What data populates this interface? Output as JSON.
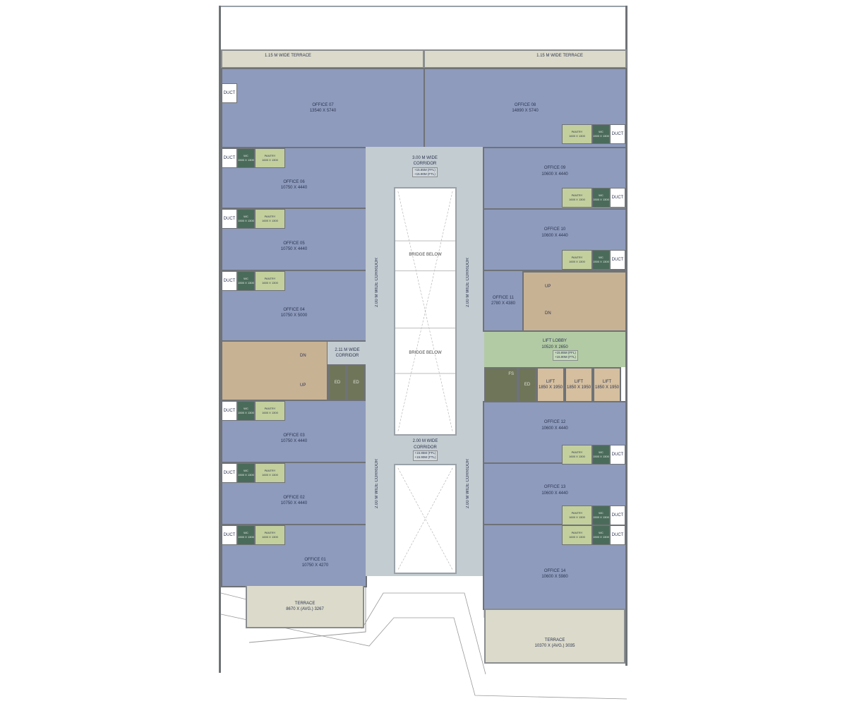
{
  "terraces": {
    "top_left": "1.15 M WIDE TERRACE",
    "top_right": "1.15 M WIDE TERRACE",
    "bottom_left": {
      "name": "TERRACE",
      "size": "8670 X (AVG.) 3267"
    },
    "bottom_right": {
      "name": "TERRACE",
      "size": "10370 X (AVG.) 3035"
    }
  },
  "offices": {
    "o07": {
      "name": "OFFICE 07",
      "size": "13540 X 5740"
    },
    "o08": {
      "name": "OFFICE 08",
      "size": "14890 X 5740"
    },
    "o06": {
      "name": "OFFICE 06",
      "size": "10750 X 4440"
    },
    "o05": {
      "name": "OFFICE 05",
      "size": "10750 X 4440"
    },
    "o04": {
      "name": "OFFICE 04",
      "size": "10750 X 5000"
    },
    "o03": {
      "name": "OFFICE 03",
      "size": "10750 X 4440"
    },
    "o02": {
      "name": "OFFICE 02",
      "size": "10750 X 4440"
    },
    "o01": {
      "name": "OFFICE 01",
      "size": "10750 X 4270"
    },
    "o09": {
      "name": "OFFICE 09",
      "size": "10600 X 4440"
    },
    "o10": {
      "name": "OFFICE 10",
      "size": "10600 X 4440"
    },
    "o11": {
      "name": "OFFICE 11",
      "size": "2780 X 4380"
    },
    "o12": {
      "name": "OFFICE 12",
      "size": "10600 X 4440"
    },
    "o13": {
      "name": "OFFICE 13",
      "size": "10600 X 4440"
    },
    "o14": {
      "name": "OFFICE 14",
      "size": "10600 X 5980"
    }
  },
  "services": {
    "duct": "DUCT",
    "wc": "WC",
    "wc_size": "1500 X 1300",
    "pantry": "PANTRY",
    "pantry_size": "1600 X 1300",
    "ed": "ED",
    "fs": "FS"
  },
  "corridors": {
    "top": {
      "name": "3.00 M WIDE CORRIDOR",
      "lvl1": "+15.85M (FFL)",
      "lvl2": "+15.90M (FTL)"
    },
    "left": "2.00 M WIDE CORRIDOR",
    "right": "2.00 M WIDE CORRIDOR",
    "middle": {
      "name": "2.00 M WIDE CORRIDOR",
      "lvl1": "+15.85M (FFL)",
      "lvl2": "+15.90M (FTL)"
    },
    "small": "2.11 M WIDE CORRIDOR"
  },
  "void": {
    "bridge1": "BRIDGE BELOW",
    "bridge2": "BRIDGE BELOW"
  },
  "stairs": {
    "up": "UP",
    "dn": "DN"
  },
  "lobby": {
    "name": "LIFT LOBBY",
    "size": "10520 X 2650",
    "lvl1": "+15.85M (FFL)",
    "lvl2": "+15.90M (FTL)"
  },
  "lifts": [
    {
      "name": "LIFT",
      "size": "1850 X 1950"
    },
    {
      "name": "LIFT",
      "size": "1850 X 1950"
    },
    {
      "name": "LIFT",
      "size": "1850 X 1950"
    }
  ]
}
